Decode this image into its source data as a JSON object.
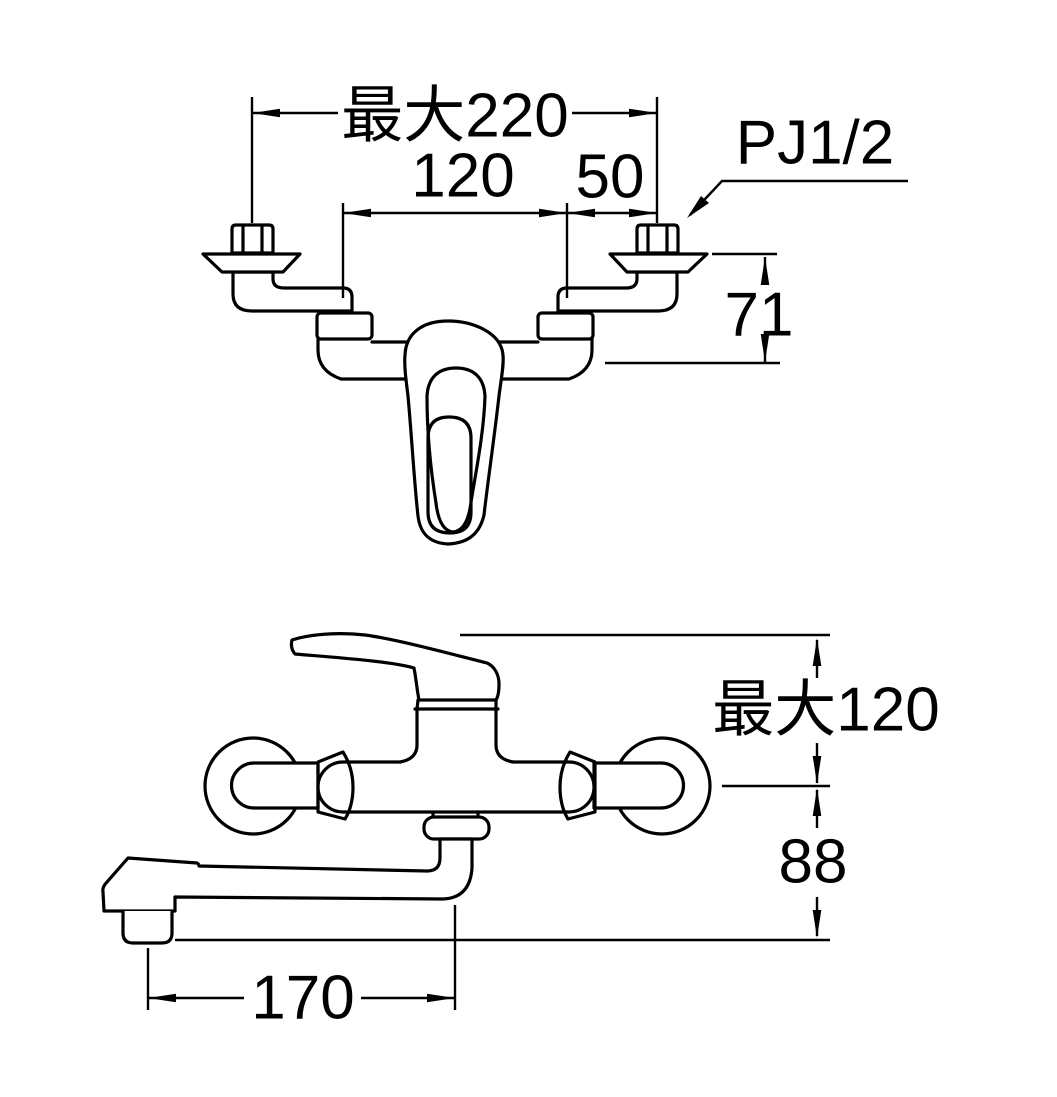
{
  "drawing": {
    "kind": "faucet-dimension-diagram",
    "colors": {
      "line": "#000000",
      "background": "#ffffff"
    },
    "front_view": {
      "dim_max_width": "最大220",
      "dim_pitch": "120",
      "dim_offset": "50",
      "label_thread": "PJ1/2",
      "dim_height": "71"
    },
    "side_view": {
      "dim_max_height": "最大120",
      "dim_drop": "88",
      "dim_reach": "170"
    }
  }
}
